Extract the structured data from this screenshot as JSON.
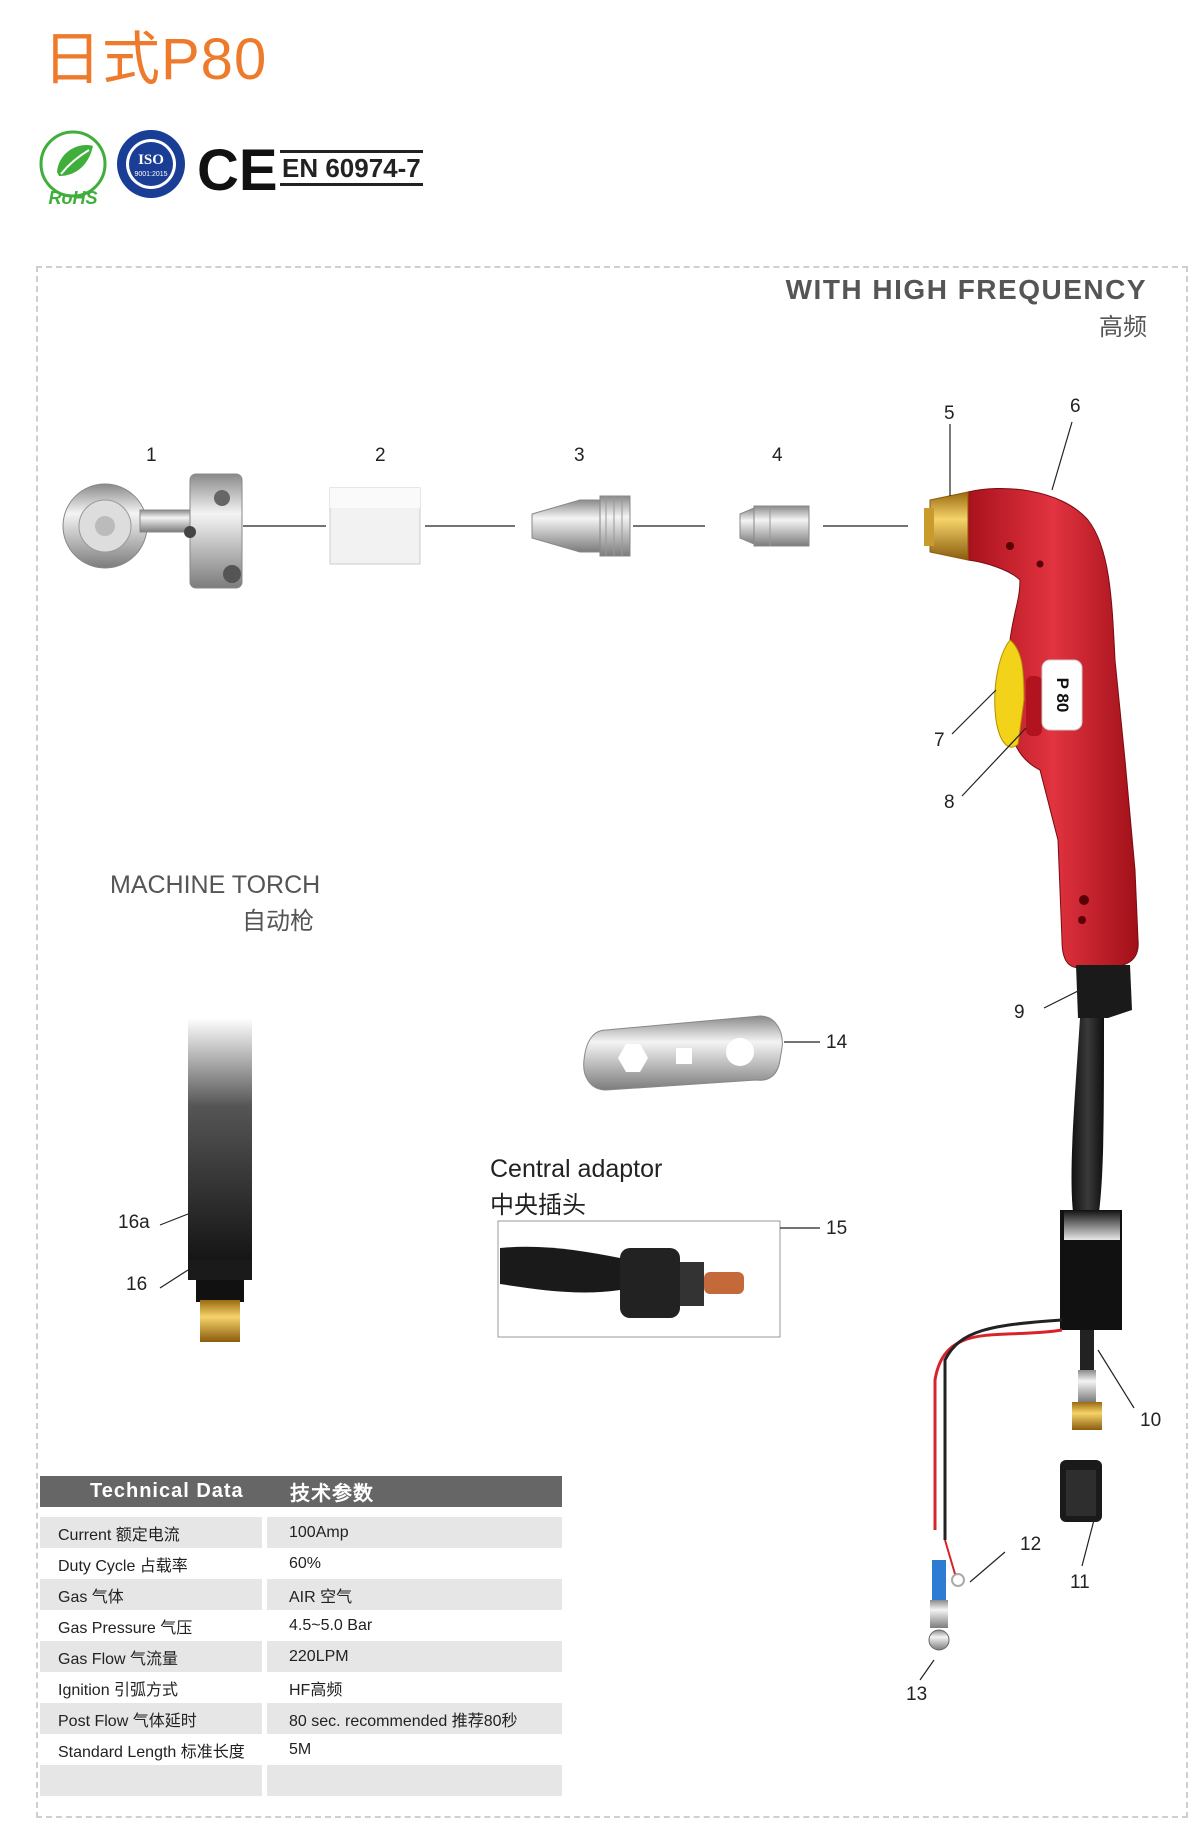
{
  "header": {
    "title": "日式P80"
  },
  "certs": {
    "rohs": "RoHS",
    "iso_top": "ISO",
    "iso_sub": "9001:2015",
    "ce": "CE",
    "en_code": "EN 60974-7"
  },
  "hf": {
    "en": "WITH HIGH FREQUENCY",
    "cn": "高频"
  },
  "machine_torch": {
    "en": "MACHINE TORCH",
    "cn": "自动枪"
  },
  "central_adaptor": {
    "en": "Central adaptor",
    "cn": "中央插头"
  },
  "torch_label": "P 80",
  "parts": [
    "1",
    "2",
    "3",
    "4",
    "5",
    "6",
    "7",
    "8",
    "9",
    "10",
    "11",
    "12",
    "13",
    "14",
    "15",
    "16",
    "16a"
  ],
  "tech": {
    "head_en": "Technical  Data",
    "head_cn": "技术参数",
    "rows": [
      {
        "label": "Current  额定电流",
        "value": "100Amp"
      },
      {
        "label": "Duty Cycle  占载率",
        "value": "60%"
      },
      {
        "label": "Gas  气体",
        "value": "AIR  空气"
      },
      {
        "label": "Gas Pressure  气压",
        "value": "4.5~5.0 Bar"
      },
      {
        "label": "Gas Flow  气流量",
        "value": "220LPM"
      },
      {
        "label": "Ignition  引弧方式",
        "value": "HF高频"
      },
      {
        "label": "Post Flow  气体延时",
        "value": "80 sec. recommended  推荐80秒"
      },
      {
        "label": "Standard Length  标准长度",
        "value": "5M"
      },
      {
        "label": "",
        "value": ""
      }
    ]
  },
  "colors": {
    "title": "#ee7a2c",
    "torch_red": "#d21f2b",
    "trigger_yellow": "#f3d21a",
    "table_head": "#666666"
  }
}
